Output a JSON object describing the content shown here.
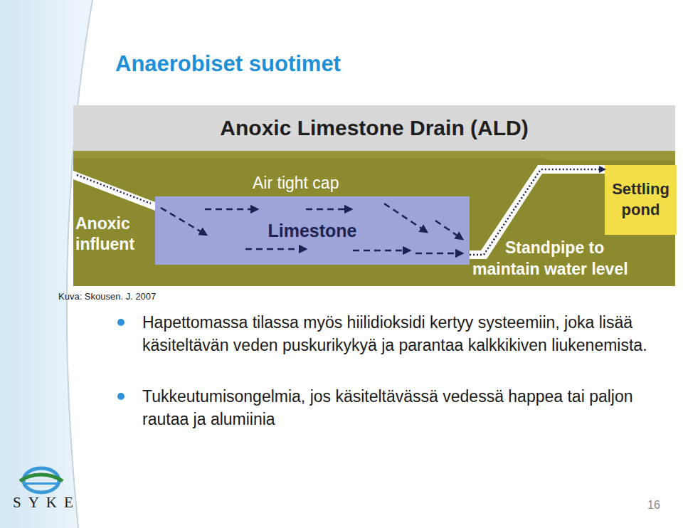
{
  "diagram": {
    "title": "Anaerobiset suotimet",
    "caption": "Kuva: Skousen. J. 2007",
    "nodes": [
      {
        "text": [
          "Limestone"
        ]
      },
      {
        "text": [
          "Settling pond"
        ]
      }
    ],
    "edges": [
      {
        "from": 0,
        "to": 1,
        "arrow": "to"
      }
    ],
    "labels": [
      "Anoxic Limestone Drain (ALD)",
      "Air tight cap",
      "Anoxic influent",
      "Standpipe to maintain water level",
      "Hapettomassa tilassa myös hiilidioksidi kertyy systeemiin, joka lisää käsiteltävän veden puskurikykyä ja parantaa kalkkikiven liukenemista.",
      "Tukkeutumisongelmia, jos käsiteltävässä vedessä happea tai paljon rautaa ja alumiinia",
      "SYKE",
      "16"
    ]
  }
}
